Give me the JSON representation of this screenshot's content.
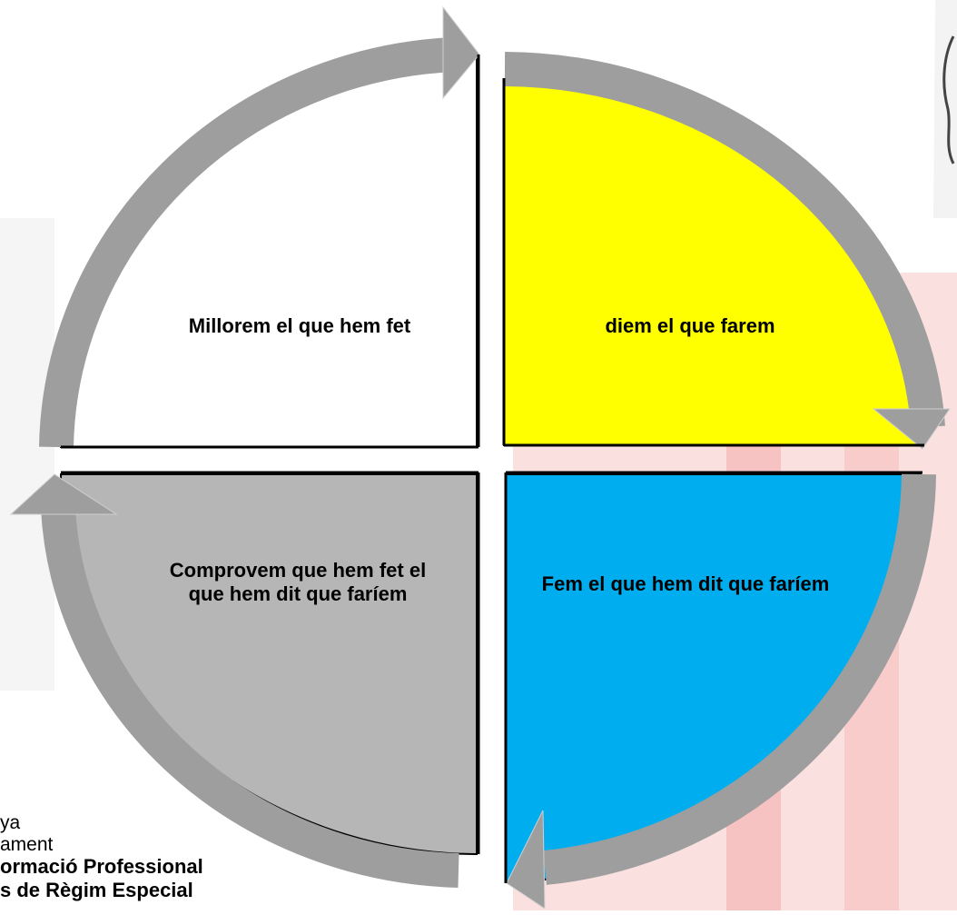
{
  "diagram": {
    "quadrants": {
      "top_left": "Millorem el que hem fet",
      "top_right": "diem el que farem",
      "bottom_right": "Fem el que hem dit que faríem",
      "bottom_left": "Comprovem que hem fet el que hem dit que faríem"
    }
  },
  "footer": {
    "line1": "ya",
    "line2": "ament",
    "line3": "ormació Professional",
    "line4": "s de Règim Especial"
  },
  "colors": {
    "top_left_fill": "#ffffff",
    "top_right_fill": "#ffff00",
    "bottom_right_fill": "#00aeef",
    "bottom_left_fill": "#b6b6b6",
    "arrow_ring": "#9e9e9e",
    "background_accent": "#f6b3b3",
    "outline": "#000000"
  }
}
